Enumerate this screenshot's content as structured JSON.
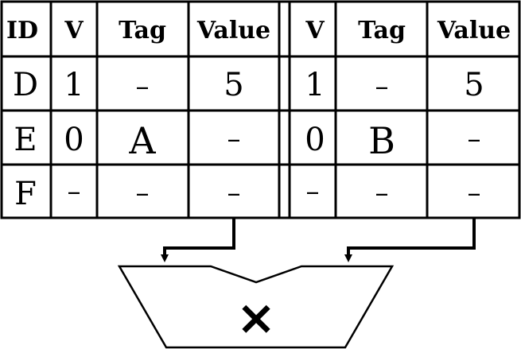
{
  "left_table": {
    "headers": [
      "ID",
      "V",
      "Tag",
      "Value"
    ],
    "rows": [
      [
        "D",
        "1",
        "–",
        "5"
      ],
      [
        "E",
        "0",
        "A",
        "–"
      ],
      [
        "F",
        "–",
        "–",
        "–"
      ]
    ]
  },
  "right_table": {
    "headers": [
      "V",
      "Tag",
      "Value"
    ],
    "rows": [
      [
        "1",
        "–",
        "5"
      ],
      [
        "0",
        "B",
        "–"
      ],
      [
        "–",
        "–",
        "–"
      ]
    ]
  },
  "unit": {
    "symbol": "×"
  }
}
